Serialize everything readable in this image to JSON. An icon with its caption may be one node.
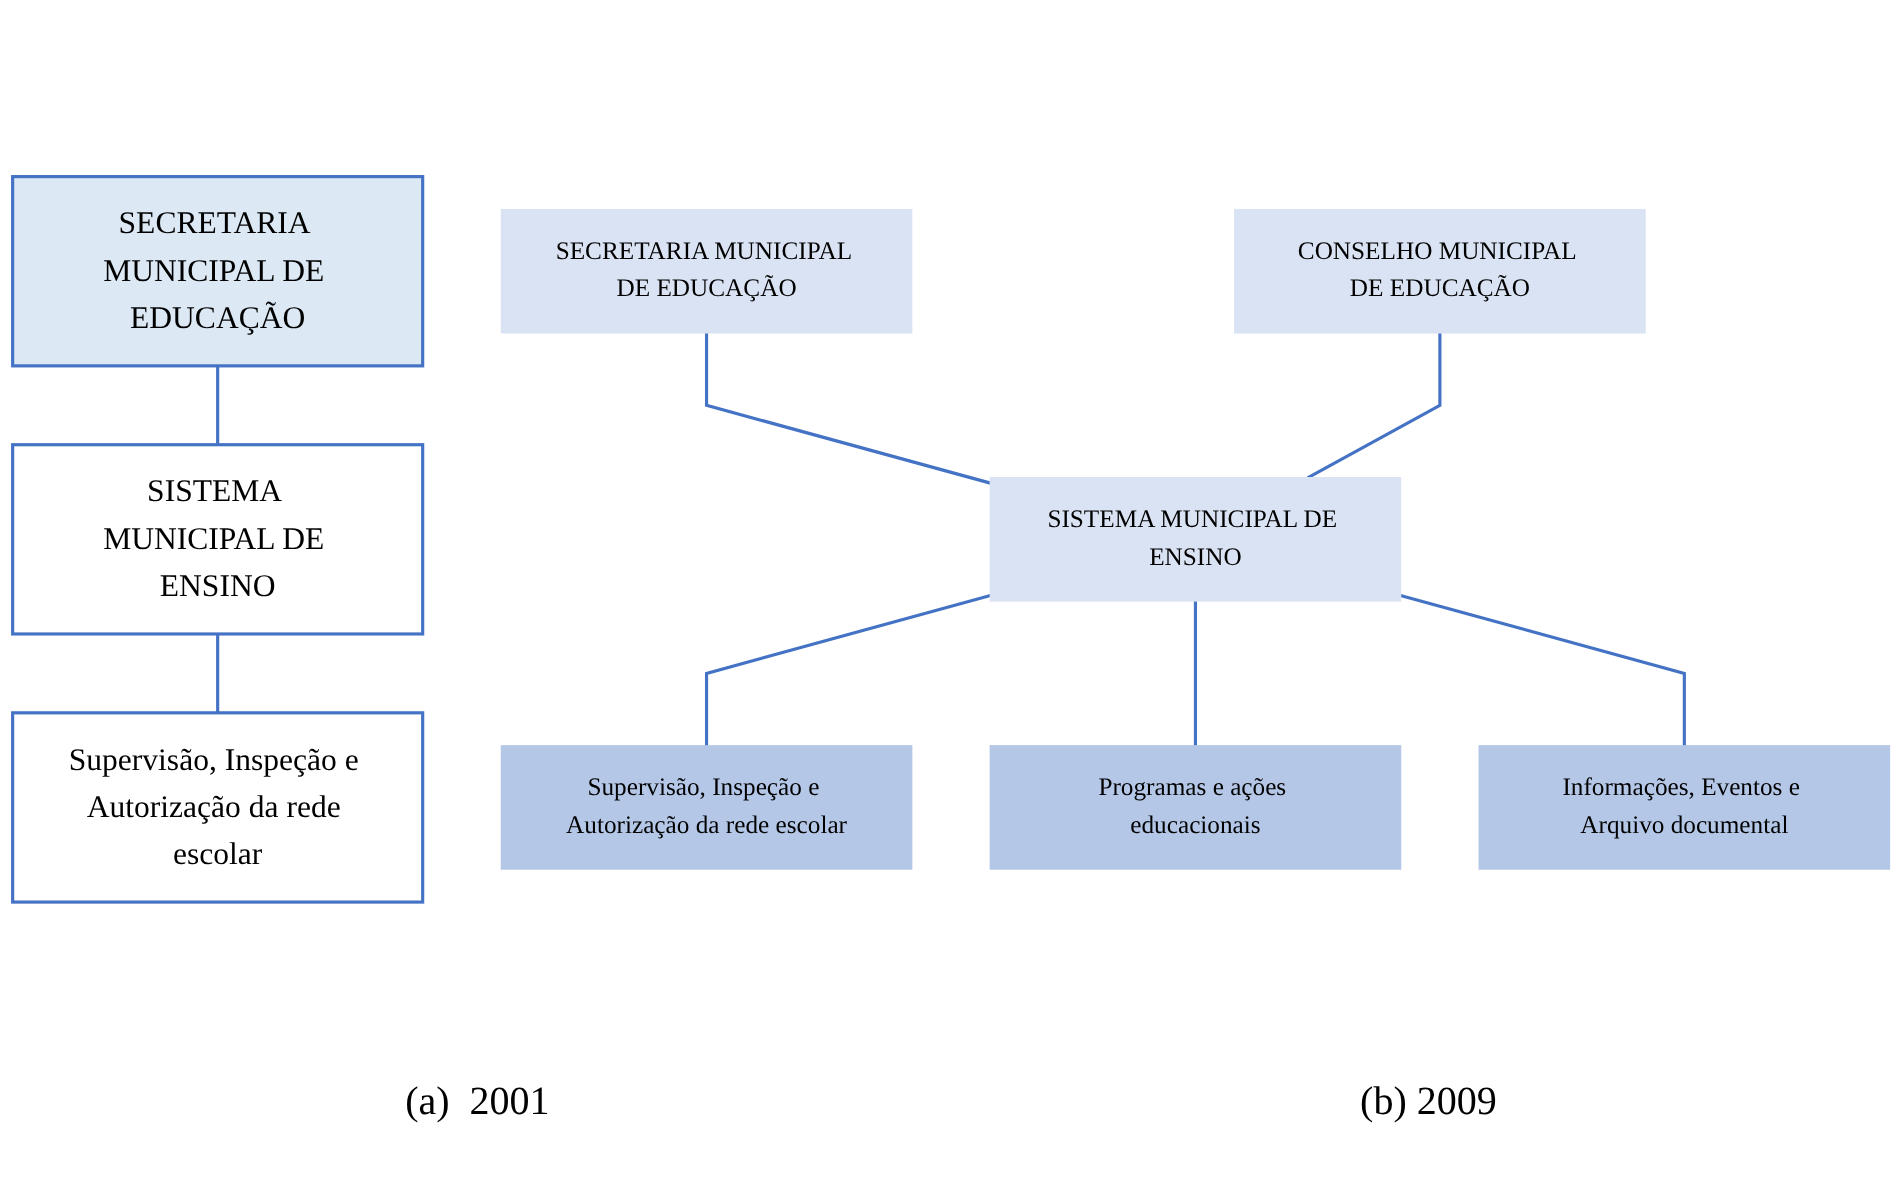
{
  "diagram": {
    "nodes": [
      {
        "text": [
          "SECRETARIA MUNICIPAL DE EDUCAÇÃO"
        ]
      },
      {
        "text": [
          "SISTEMA MUNICIPAL DE ENSINO"
        ]
      },
      {
        "text": [
          "Supervisão, Inspeção e Autorização da rede escolar"
        ]
      },
      {
        "text": [
          "SECRETARIA MUNICIPAL DE EDUCAÇÃO"
        ]
      },
      {
        "text": [
          "CONSELHO MUNICIPAL DE EDUCAÇÃO"
        ]
      },
      {
        "text": [
          "SISTEMA MUNICIPAL DE ENSINO"
        ]
      },
      {
        "text": [
          "Supervisão, Inspeção e Autorização da rede escolar"
        ]
      },
      {
        "text": [
          "Programas e ações educacionais"
        ]
      },
      {
        "text": [
          "Informações, Eventos e Arquivo documental"
        ]
      }
    ],
    "edges": [
      {
        "from": 0,
        "to": 1,
        "arrow": "none"
      },
      {
        "from": 1,
        "to": 2,
        "arrow": "none"
      },
      {
        "from": 3,
        "to": 5,
        "arrow": "none"
      },
      {
        "from": 4,
        "to": 5,
        "arrow": "none"
      },
      {
        "from": 5,
        "to": 6,
        "arrow": "none"
      },
      {
        "from": 5,
        "to": 7,
        "arrow": "none"
      },
      {
        "from": 5,
        "to": 8,
        "arrow": "none"
      }
    ],
    "labels": [
      "(a)  2001",
      "(b) 2009"
    ]
  }
}
